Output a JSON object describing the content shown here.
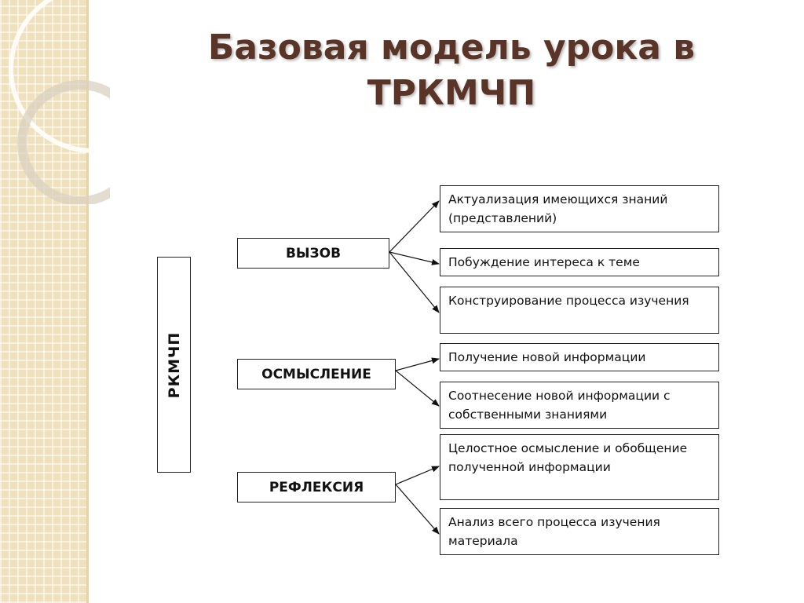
{
  "title": "Базовая модель урока в ТРКМЧП",
  "root": {
    "label": "РКМЧП"
  },
  "stages": [
    {
      "label": "ВЫЗОВ",
      "items": [
        "Актуализация имеющихся знаний (представлений)",
        "Побуждение интереса к теме",
        "Конструирование процесса изучения"
      ]
    },
    {
      "label": "ОСМЫСЛЕНИЕ",
      "items": [
        "Получение новой информации",
        "Соотнесение новой информации с собственными знаниями"
      ]
    },
    {
      "label": "РЕФЛЕКСИЯ",
      "items": [
        "Целостное осмысление и обобщение полученной информации",
        "Анализ всего процесса изучения материала"
      ]
    }
  ],
  "colors": {
    "title": "#5a3527",
    "side_strip": "#efe1bc",
    "border": "#222222"
  }
}
